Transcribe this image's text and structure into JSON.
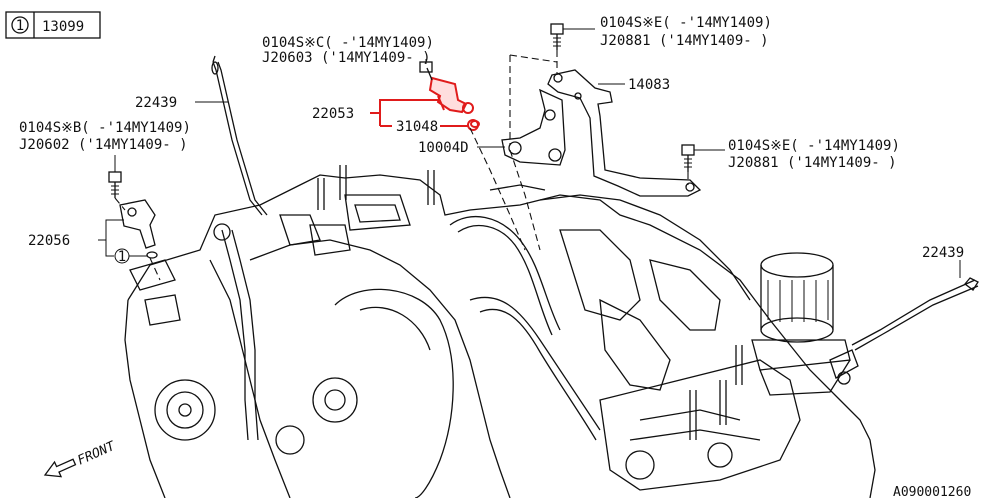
{
  "ref_box": {
    "circle_num": "1",
    "part": "13099"
  },
  "callouts": {
    "bolt_c_line1": "0104S※C( -'14MY1409)",
    "bolt_c_line2": "J20603 ('14MY1409- )",
    "bolt_e_top_line1": "0104S※E( -'14MY1409)",
    "bolt_e_top_line2": "J20881 ('14MY1409- )",
    "bolt_b_line1": "0104S※B( -'14MY1409)",
    "bolt_b_line2": "J20602 ('14MY1409- )",
    "bolt_e_right_line1": "0104S※E( -'14MY1409)",
    "bolt_e_right_line2": "J20881 ('14MY1409- )",
    "part_14083": "14083",
    "part_22439_left": "22439",
    "part_22053": "22053",
    "part_31048": "31048",
    "part_10004d": "10004D",
    "part_22056": "22056",
    "circle_1": "1",
    "part_22439_right": "22439",
    "front": "FRONT",
    "diagram_code": "A090001260"
  },
  "colors": {
    "highlight": "#e01b1b",
    "line": "#111111"
  }
}
